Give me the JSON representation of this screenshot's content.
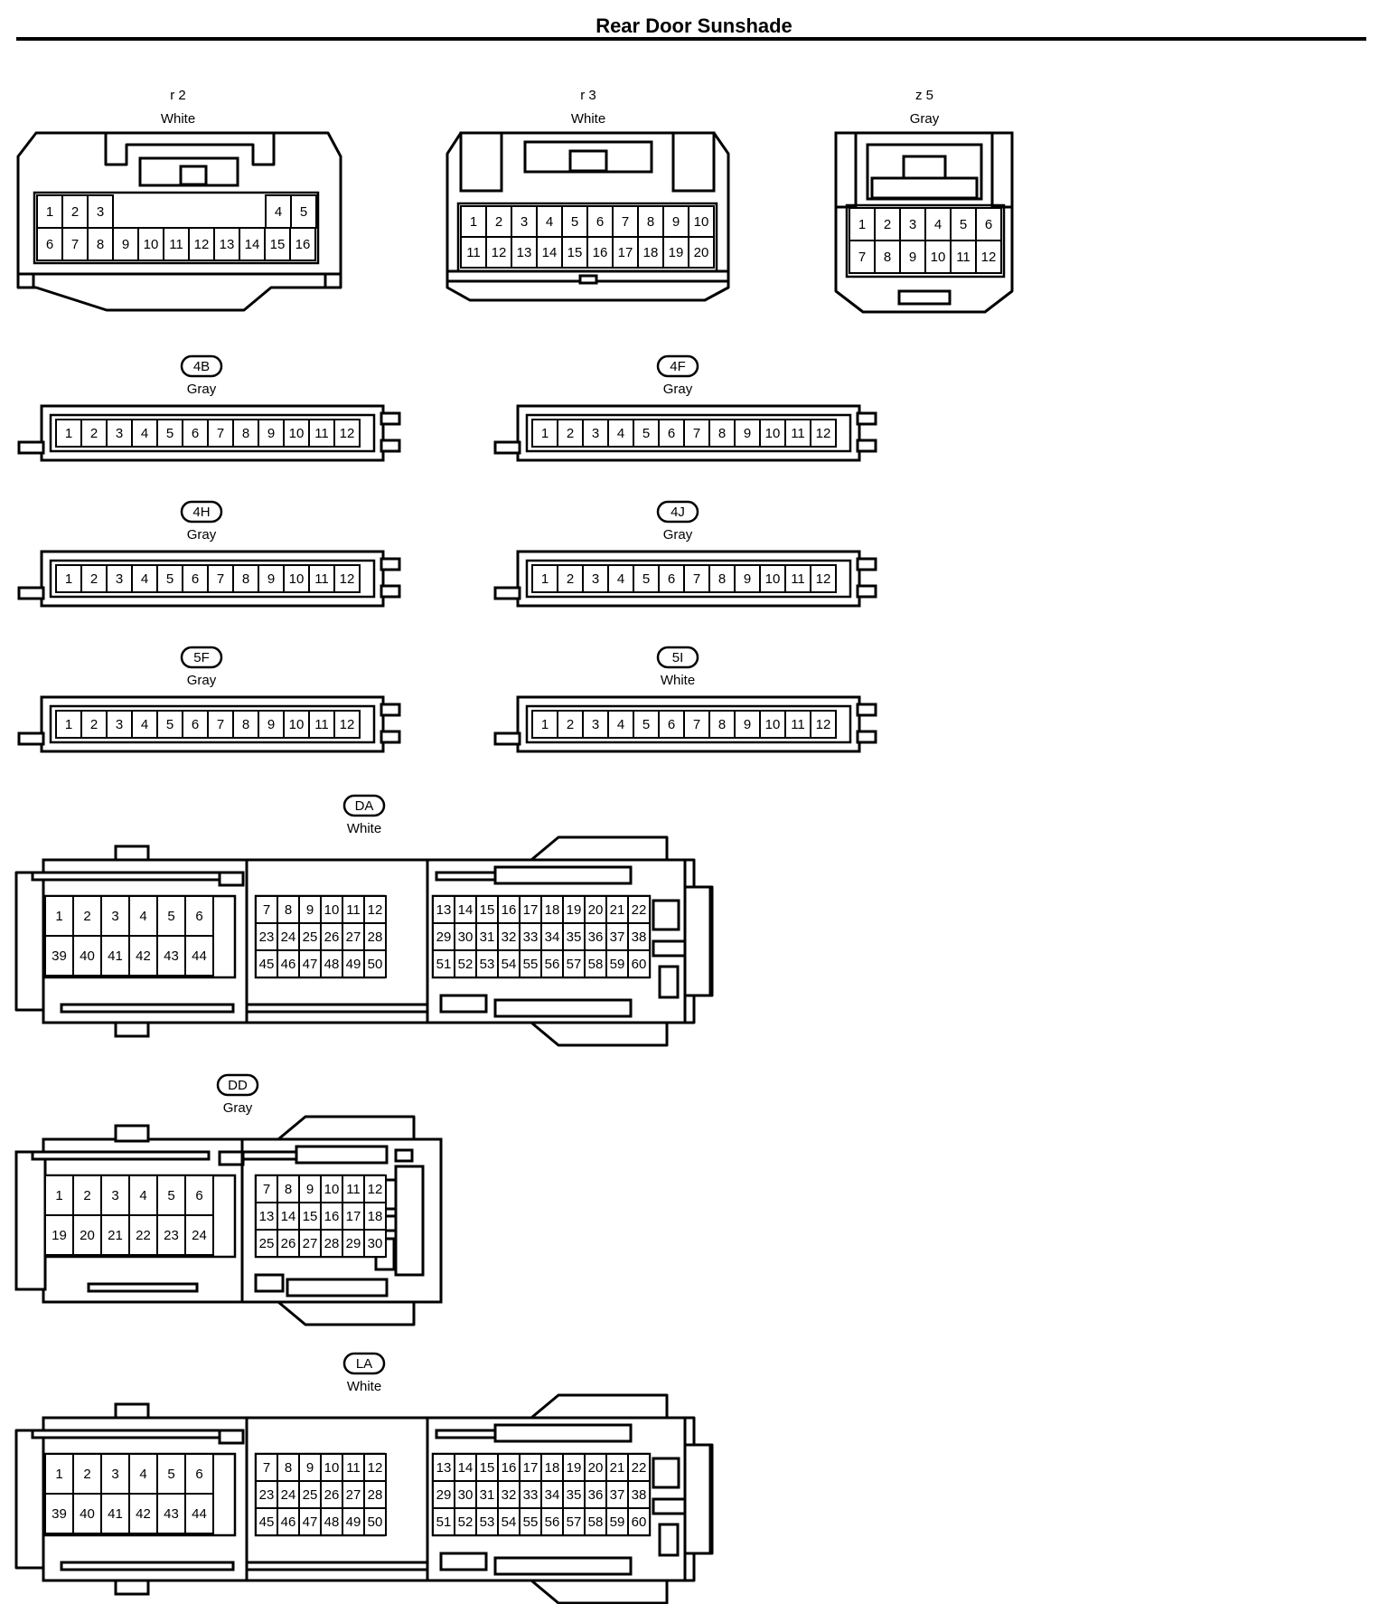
{
  "title": "Rear Door Sunshade",
  "connectors": [
    {
      "code": "r 2",
      "color": "White",
      "badge": false,
      "type": "r2",
      "rows": [
        [
          "1",
          "2",
          "3",
          "4",
          "5"
        ],
        [
          "6",
          "7",
          "8",
          "9",
          "10",
          "11",
          "12",
          "13",
          "14",
          "15",
          "16"
        ]
      ]
    },
    {
      "code": "r 3",
      "color": "White",
      "badge": false,
      "type": "r3",
      "rows": [
        [
          "1",
          "2",
          "3",
          "4",
          "5",
          "6",
          "7",
          "8",
          "9",
          "10"
        ],
        [
          "11",
          "12",
          "13",
          "14",
          "15",
          "16",
          "17",
          "18",
          "19",
          "20"
        ]
      ]
    },
    {
      "code": "z 5",
      "color": "Gray",
      "badge": false,
      "type": "z5",
      "rows": [
        [
          "1",
          "2",
          "3",
          "4",
          "5",
          "6"
        ],
        [
          "7",
          "8",
          "9",
          "10",
          "11",
          "12"
        ]
      ]
    },
    {
      "code": "4B",
      "color": "Gray",
      "badge": true,
      "type": "inline12",
      "rows": [
        [
          "1",
          "2",
          "3",
          "4",
          "5",
          "6",
          "7",
          "8",
          "9",
          "10",
          "11",
          "12"
        ]
      ]
    },
    {
      "code": "4F",
      "color": "Gray",
      "badge": true,
      "type": "inline12",
      "rows": [
        [
          "1",
          "2",
          "3",
          "4",
          "5",
          "6",
          "7",
          "8",
          "9",
          "10",
          "11",
          "12"
        ]
      ]
    },
    {
      "code": "4H",
      "color": "Gray",
      "badge": true,
      "type": "inline12",
      "rows": [
        [
          "1",
          "2",
          "3",
          "4",
          "5",
          "6",
          "7",
          "8",
          "9",
          "10",
          "11",
          "12"
        ]
      ]
    },
    {
      "code": "4J",
      "color": "Gray",
      "badge": true,
      "type": "inline12",
      "rows": [
        [
          "1",
          "2",
          "3",
          "4",
          "5",
          "6",
          "7",
          "8",
          "9",
          "10",
          "11",
          "12"
        ]
      ]
    },
    {
      "code": "5F",
      "color": "Gray",
      "badge": true,
      "type": "inline12",
      "rows": [
        [
          "1",
          "2",
          "3",
          "4",
          "5",
          "6",
          "7",
          "8",
          "9",
          "10",
          "11",
          "12"
        ]
      ]
    },
    {
      "code": "5I",
      "color": "White",
      "badge": true,
      "type": "inline12",
      "rows": [
        [
          "1",
          "2",
          "3",
          "4",
          "5",
          "6",
          "7",
          "8",
          "9",
          "10",
          "11",
          "12"
        ]
      ]
    },
    {
      "code": "DA",
      "color": "White",
      "badge": true,
      "type": "big60",
      "blocks": [
        [
          [
            "1",
            "2",
            "3",
            "4",
            "5",
            "6"
          ],
          [
            "39",
            "40",
            "41",
            "42",
            "43",
            "44"
          ]
        ],
        [
          [
            "7",
            "8",
            "9",
            "10",
            "11",
            "12"
          ],
          [
            "23",
            "24",
            "25",
            "26",
            "27",
            "28"
          ],
          [
            "45",
            "46",
            "47",
            "48",
            "49",
            "50"
          ]
        ],
        [
          [
            "13",
            "14",
            "15",
            "16",
            "17",
            "18",
            "19",
            "20",
            "21",
            "22"
          ],
          [
            "29",
            "30",
            "31",
            "32",
            "33",
            "34",
            "35",
            "36",
            "37",
            "38"
          ],
          [
            "51",
            "52",
            "53",
            "54",
            "55",
            "56",
            "57",
            "58",
            "59",
            "60"
          ]
        ]
      ]
    },
    {
      "code": "DD",
      "color": "Gray",
      "badge": true,
      "type": "big30",
      "blocks": [
        [
          [
            "1",
            "2",
            "3",
            "4",
            "5",
            "6"
          ],
          [
            "19",
            "20",
            "21",
            "22",
            "23",
            "24"
          ]
        ],
        [
          [
            "7",
            "8",
            "9",
            "10",
            "11",
            "12"
          ],
          [
            "13",
            "14",
            "15",
            "16",
            "17",
            "18"
          ],
          [
            "25",
            "26",
            "27",
            "28",
            "29",
            "30"
          ]
        ]
      ]
    },
    {
      "code": "LA",
      "color": "White",
      "badge": true,
      "type": "big60",
      "blocks": [
        [
          [
            "1",
            "2",
            "3",
            "4",
            "5",
            "6"
          ],
          [
            "39",
            "40",
            "41",
            "42",
            "43",
            "44"
          ]
        ],
        [
          [
            "7",
            "8",
            "9",
            "10",
            "11",
            "12"
          ],
          [
            "23",
            "24",
            "25",
            "26",
            "27",
            "28"
          ],
          [
            "45",
            "46",
            "47",
            "48",
            "49",
            "50"
          ]
        ],
        [
          [
            "13",
            "14",
            "15",
            "16",
            "17",
            "18",
            "19",
            "20",
            "21",
            "22"
          ],
          [
            "29",
            "30",
            "31",
            "32",
            "33",
            "34",
            "35",
            "36",
            "37",
            "38"
          ],
          [
            "51",
            "52",
            "53",
            "54",
            "55",
            "56",
            "57",
            "58",
            "59",
            "60"
          ]
        ]
      ]
    }
  ]
}
